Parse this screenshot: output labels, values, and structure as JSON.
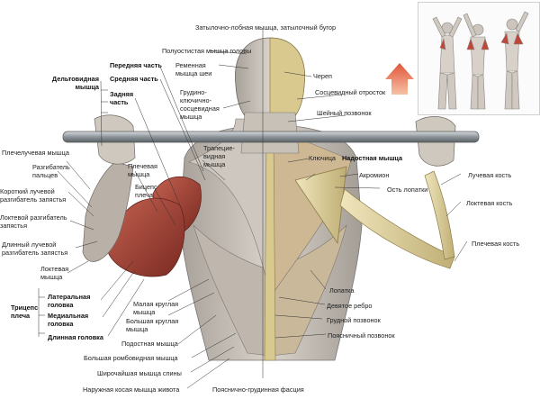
{
  "labels": {
    "occipitofrontalis": "Затылочно-лобная мышца, затылочный бугор",
    "semispinalis_capitis": "Полуостистая мышца головы",
    "splenius_capitis": "Ременная\nмышца шеи",
    "sternocleidomastoid": "Грудино-\nключично-\nсосцевидная\nмышца",
    "skull": "Череп",
    "mastoid_process": "Сосцевидный отросток",
    "cervical_vertebra": "Шейный позвонок",
    "deltoid": "Дельтовидная\nмышца",
    "anterior_part": "Передняя часть",
    "middle_part": "Средняя часть",
    "posterior_part": "Задняя\nчасть",
    "brachioradialis": "Плечелучевая мышца",
    "finger_extensor": "Разгибатель\nпальцев",
    "ext_carpi_rad_brevis": "Короткий лучевой\nразгибатель запястья",
    "ext_carpi_ulnaris": "Локтевой разгибатель\nзапястья",
    "ext_carpi_rad_longus": "Длинный лучевой\nразгибатель запястья",
    "anconeus": "Локтевая\nмышца",
    "triceps": "Трицепс\nплеча",
    "lateral_head": "Латеральная\nголовка",
    "medial_head": "Медиальная\nголовка",
    "long_head": "Длинная головка",
    "brachialis": "Плечевая\nмышца",
    "biceps": "Бицепс\nплеча",
    "trapezius": "Трапецие-\nвидная\nмышца",
    "teres_minor": "Малая круглая\nмышца",
    "teres_major": "Большая круглая\nмышца",
    "infraspinatus": "Подостная мышца",
    "rhomboid_major": "Большая ромбовидная мышца",
    "latissimus": "Широчайшая мышца спины",
    "external_oblique": "Наружная косая мышца живота",
    "thoracolumbar_fascia": "Пояснично-грудинная фасция",
    "clavicle": "Ключица",
    "supraspinatus": "Надостная мышца",
    "acromion": "Акромион",
    "scapular_spine": "Ость лопатки",
    "radius": "Лучевая кость",
    "ulna": "Локтевая кость",
    "humerus": "Плечевая кость",
    "scapula": "Лопатка",
    "ninth_rib": "Девятое ребро",
    "thoracic_vertebra": "Грудной позвонок",
    "lumbar_vertebra": "Поясничный позвонок"
  },
  "colors": {
    "muscle_red": "#a8473a",
    "muscle_red_dark": "#7a2a22",
    "muscle_tan": "#c9b49a",
    "muscle_gray": "#b8b2aa",
    "bone": "#e2d5a2",
    "bone_dark": "#b8a86e",
    "bar": "#9ba3a8",
    "arrow": "#e8704a",
    "leader": "#333333"
  }
}
